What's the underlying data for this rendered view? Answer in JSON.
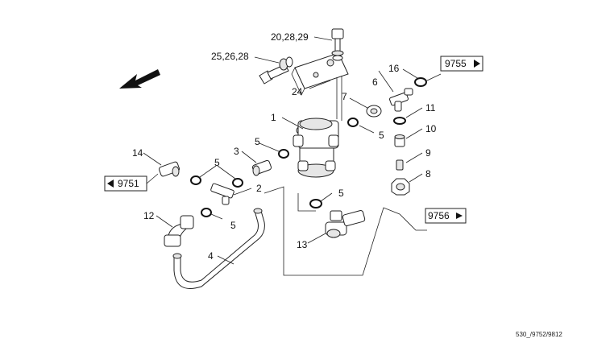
{
  "diagram": {
    "part_labels": {
      "p1": "1",
      "p2": "2",
      "p3": "3",
      "p4": "4",
      "p5a": "5",
      "p5b": "5",
      "p5c": "5",
      "p5d": "5",
      "p5e": "5",
      "p6": "6",
      "p7": "7",
      "p8": "8",
      "p9": "9",
      "p10": "10",
      "p11": "11",
      "p12": "12",
      "p13": "13",
      "p14": "14",
      "p16": "16",
      "p20": "20,28,29",
      "p24": "24",
      "p25": "25,26,28"
    },
    "references": {
      "ref_9755": "9755",
      "ref_9751": "9751",
      "ref_9756": "9756"
    },
    "footer_code": "530_/9752/9812",
    "icons": [
      "direction-arrow-icon",
      "arrow-right-icon",
      "arrow-left-icon"
    ]
  }
}
